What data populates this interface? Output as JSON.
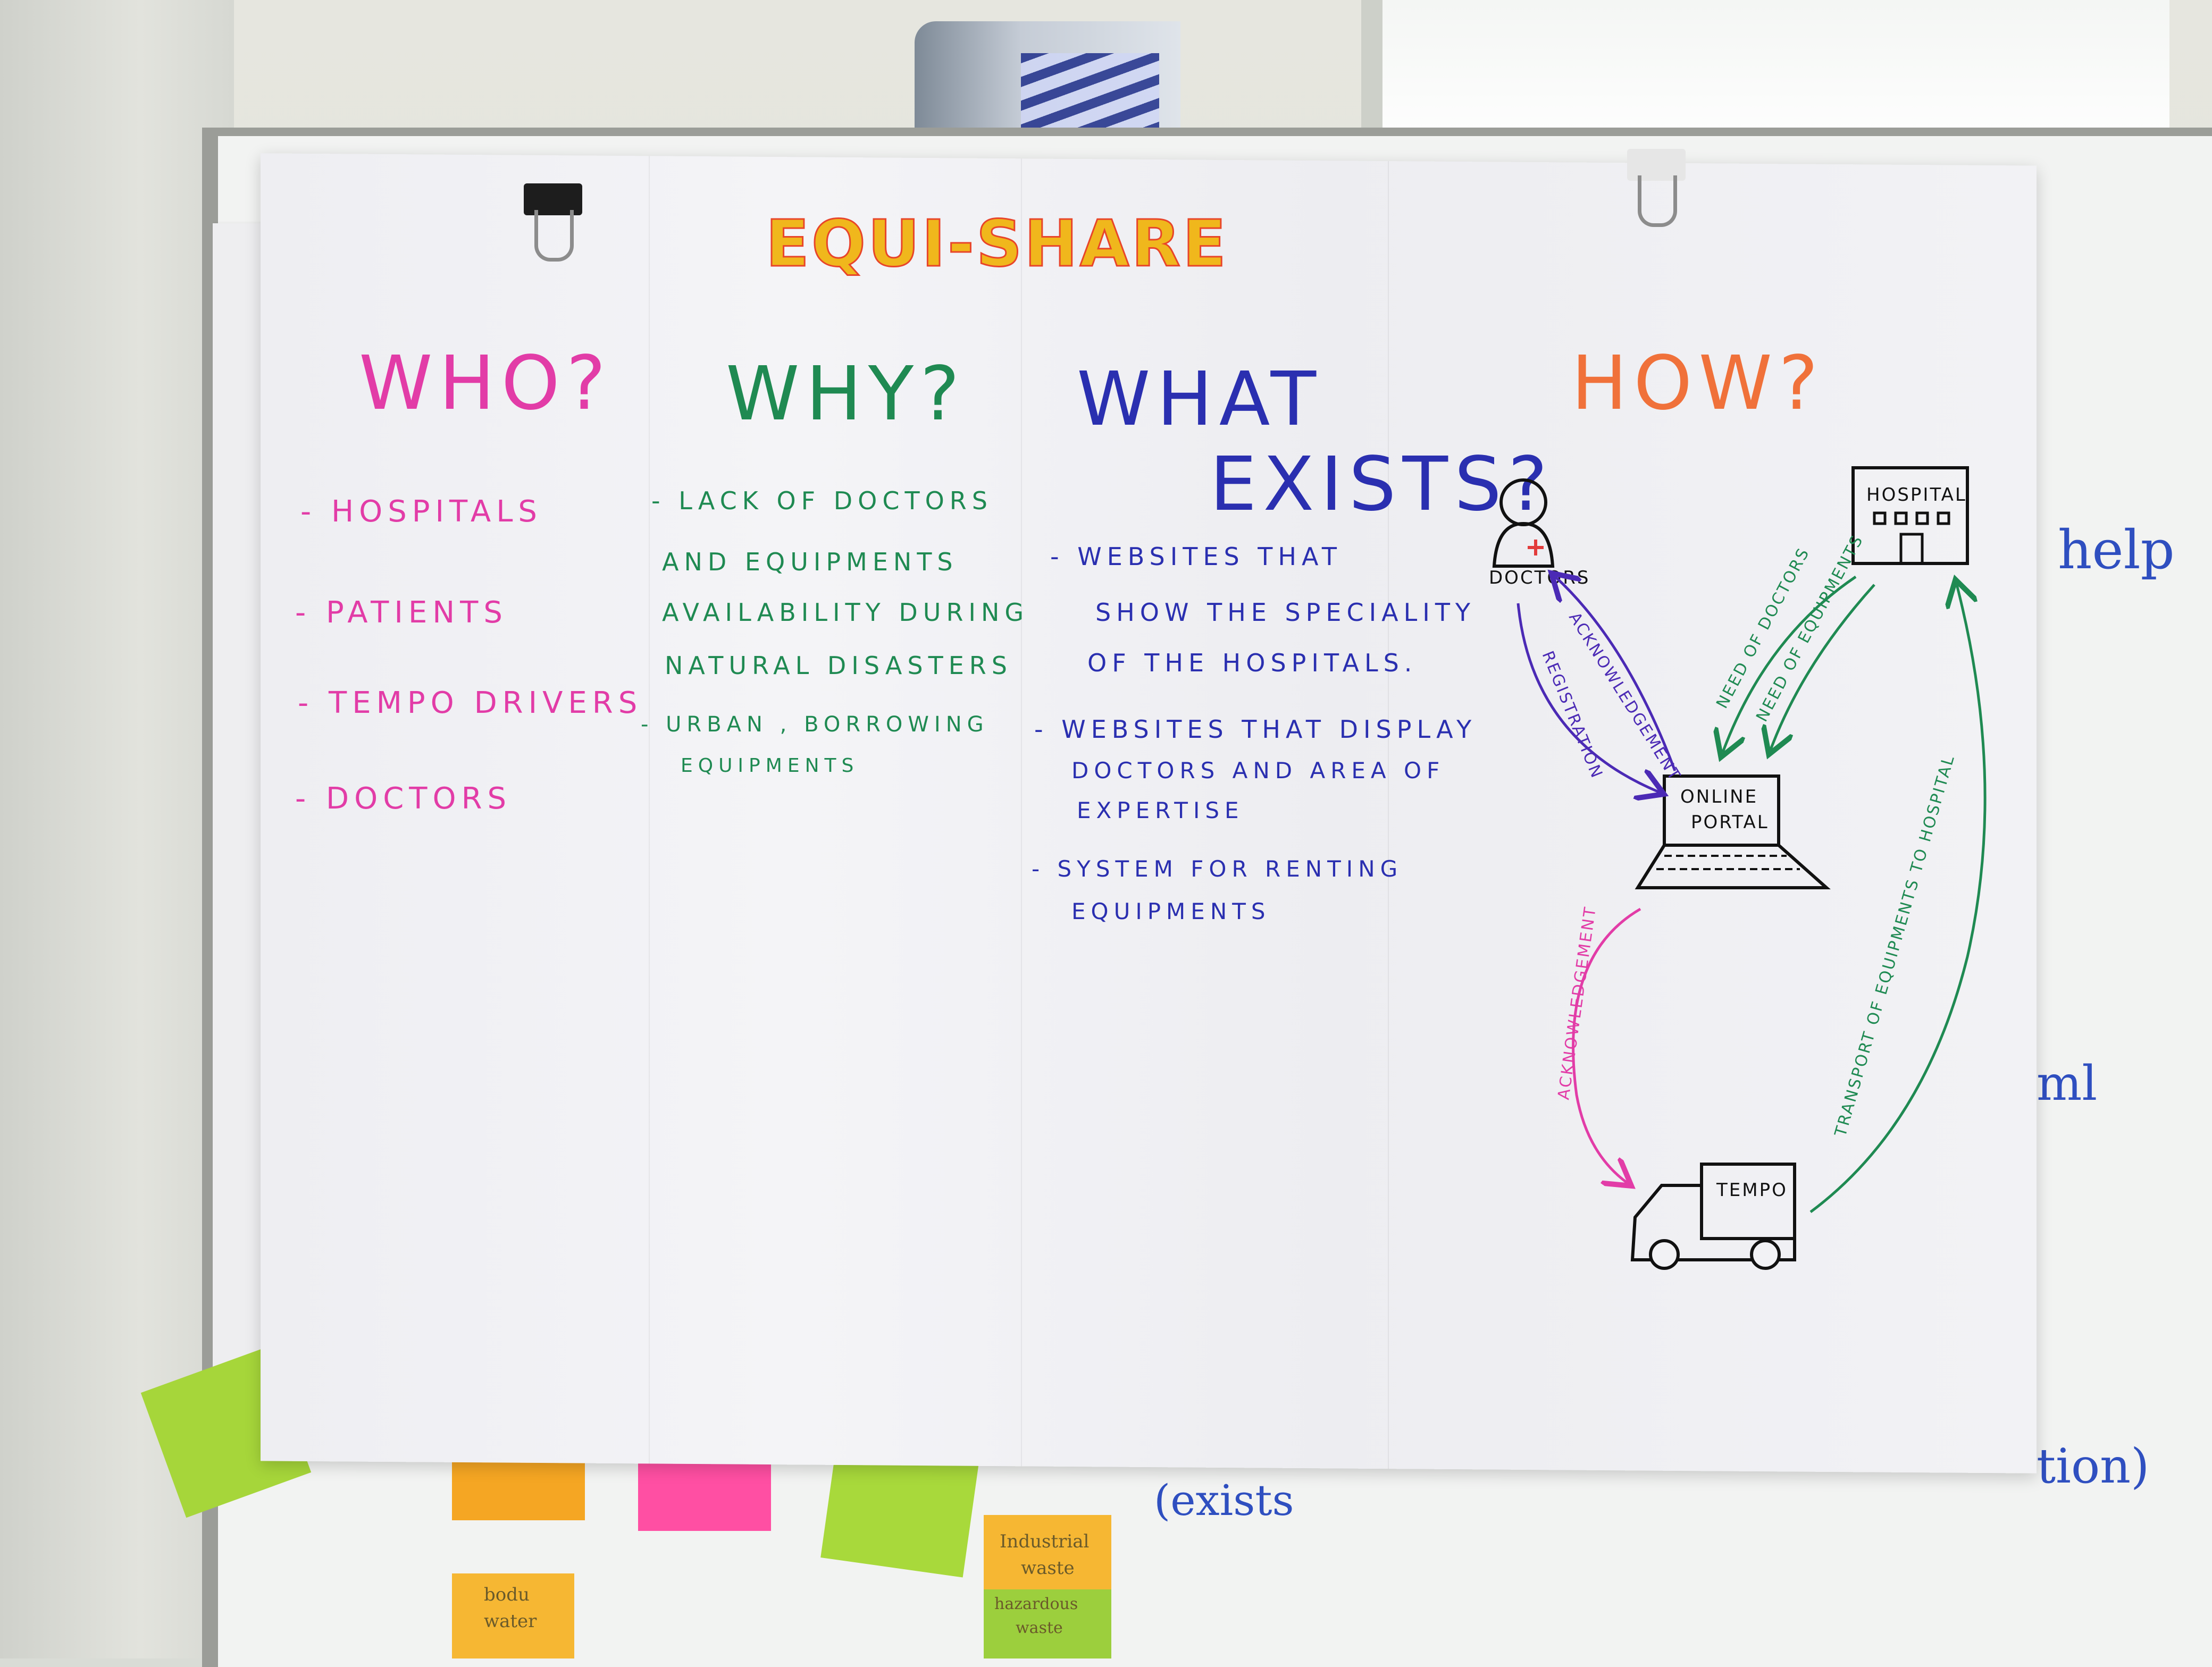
{
  "chart_title": "EQUI-SHARE",
  "columns": [
    {
      "heading": "WHO?",
      "color": "#e23ca7",
      "items": [
        "- HOSPITALS",
        "- PATIENTS",
        "- TEMPO DRIVERS",
        "- DOCTORS"
      ]
    },
    {
      "heading": "WHY?",
      "color": "#1f8a52",
      "items": [
        "- LACK OF DOCTORS",
        "AND EQUIPMENTS",
        "AVAILABILITY DURING",
        "NATURAL DISASTERS",
        "- URBAN , BORROWING",
        "EQUIPMENTS"
      ]
    },
    {
      "heading_line1": "WHAT",
      "heading_line2": "EXISTS?",
      "color": "#2a2fb0",
      "items": [
        "- WEBSITES THAT",
        "SHOW THE SPECIALITY",
        "OF THE HOSPITALS.",
        "- WEBSITES THAT DISPLAY",
        "DOCTORS AND AREA OF",
        "EXPERTISE",
        "- SYSTEM FOR RENTING",
        "EQUIPMENTS"
      ]
    },
    {
      "heading": "HOW?",
      "color": "#f0713a"
    }
  ],
  "diagram": {
    "nodes": {
      "doctors": "DOCTORS",
      "hospital": "HOSPITAL",
      "portal_line1": "ONLINE",
      "portal_line2": "PORTAL",
      "tempo": "TEMPO"
    },
    "arrows": {
      "acknowledgement_top": "ACKNOWLEDGEMENT",
      "registration": "REGISTRATION",
      "need_doctors": "NEED OF DOCTORS",
      "need_equipments": "NEED OF EQUIPMENTS",
      "acknowledgement_bottom": "ACKNOWLEDGEMENT",
      "transport": "TRANSPORT OF EQUIPMENTS TO HOSPITAL"
    }
  },
  "background_board": {
    "help": "help",
    "fragment_ml": "ml",
    "fragment_tion": "tion)",
    "fragment_exists": "(exists"
  },
  "sticky_notes": {
    "orange_note_line1": "Industrial",
    "orange_note_line2": "waste",
    "green_note_line1": "hazardous",
    "green_note_line2": "waste",
    "yellow_note_line1": "bodu",
    "yellow_note_line2": "water"
  }
}
